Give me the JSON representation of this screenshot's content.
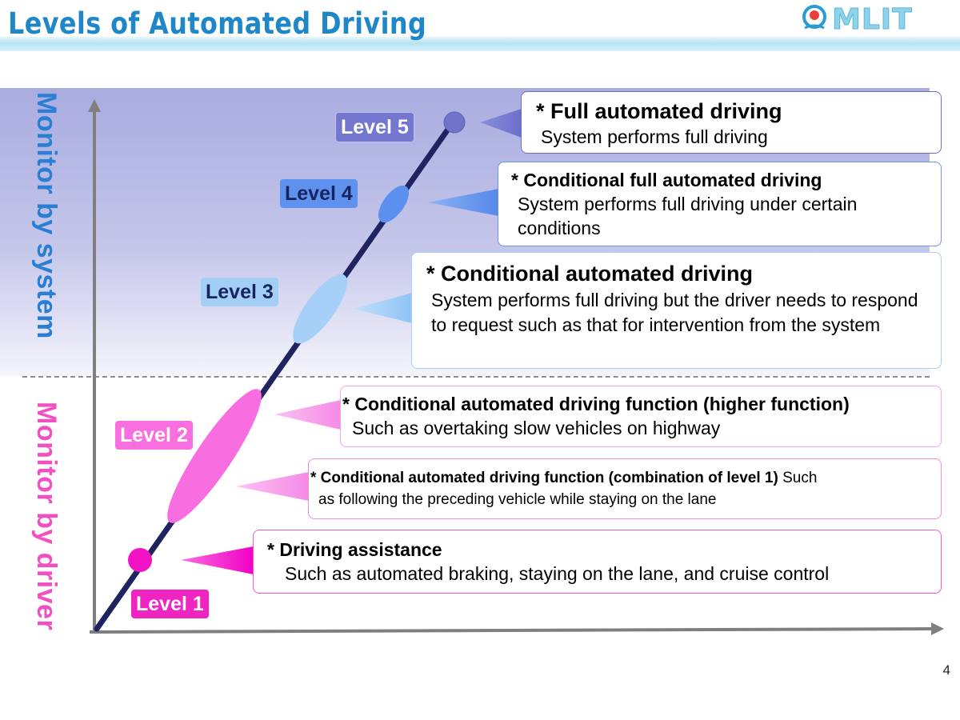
{
  "header": {
    "title": "Levels of Automated Driving",
    "logo_text": "MLIT"
  },
  "side_labels": {
    "system": "Monitor by system",
    "driver": "Monitor by driver"
  },
  "levels": [
    {
      "label": "Level 1",
      "color": "#f024c0"
    },
    {
      "label": "Level 2",
      "color": "#f870df"
    },
    {
      "label": "Level 3",
      "color": "#a3cff7"
    },
    {
      "label": "Level 4",
      "color": "#5f92ee"
    },
    {
      "label": "Level 5",
      "color": "#7377cf"
    }
  ],
  "boxes": {
    "level5": {
      "heading": "* Full automated driving",
      "desc": "System performs full driving"
    },
    "level4": {
      "heading": "* Conditional full automated driving",
      "desc": "System performs full driving under certain conditions"
    },
    "level3": {
      "heading": "* Conditional automated driving",
      "desc": "System performs full driving but the driver needs to respond to request such as that for intervention from the system"
    },
    "level2_higher": {
      "heading": "* Conditional automated driving function (higher function)",
      "desc": "Such as overtaking slow vehicles on highway"
    },
    "level2_combination": {
      "heading": "* Conditional automated driving function (combination of level 1)",
      "desc_part1": "Such",
      "desc_part2": "as following the preceding vehicle while staying on the lane"
    },
    "level1": {
      "heading": "* Driving assistance",
      "desc": "Such as automated braking, staying on the lane, and cruise control"
    }
  },
  "colors": {
    "title_blue": "#1f87c8",
    "axis_line": "#1f2460",
    "system_band": "#b5b7e5",
    "driver_label": "#f050c0",
    "system_label": "#2b7fd2"
  },
  "page_number": "4"
}
